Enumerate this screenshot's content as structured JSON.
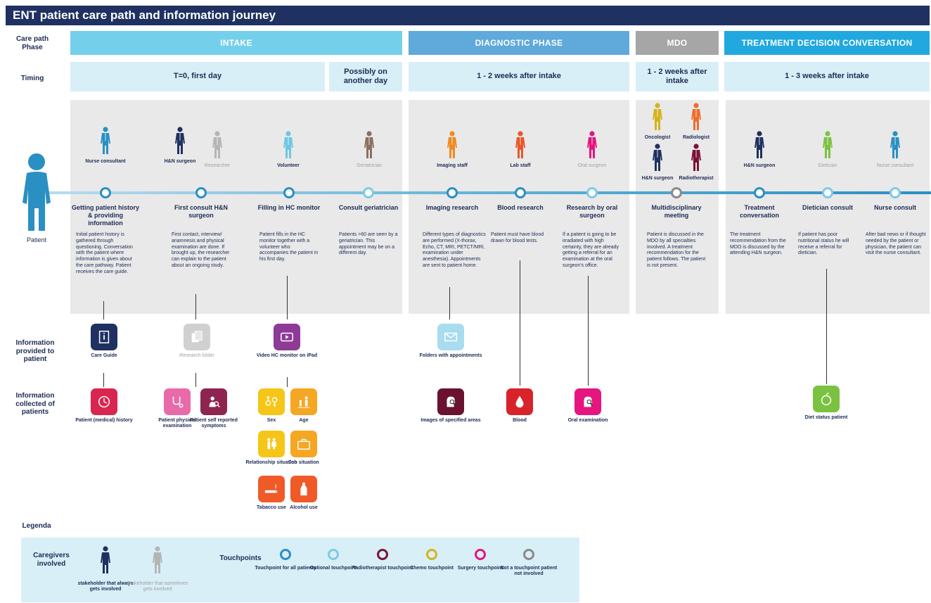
{
  "title": "ENT patient care path and information journey",
  "row_labels": {
    "phase": "Care path Phase",
    "timing": "Timing",
    "patient": "Patient",
    "info_provided": "Information provided to patient",
    "info_collected": "Information collected of patients",
    "legenda": "Legenda"
  },
  "phases": [
    {
      "label": "INTAKE",
      "color": "#74d0ea"
    },
    {
      "label": "DIAGNOSTIC PHASE",
      "color": "#5fa9db"
    },
    {
      "label": "MDO",
      "color": "#a6a6a6"
    },
    {
      "label": "TREATMENT DECISION CONVERSATION",
      "color": "#21a8df"
    }
  ],
  "timings": [
    "T=0, first day",
    "Possibly on another day",
    "1 - 2 weeks after intake",
    "1 - 2 weeks after intake",
    "1 - 3 weeks after intake"
  ],
  "stakeholders": [
    {
      "label": "Nurse consultant",
      "color": "#2a8fc3",
      "optional": false
    },
    {
      "label": "H&N surgeon",
      "color": "#1f3160",
      "optional": false
    },
    {
      "label": "Researcher",
      "color": "#b5b5b5",
      "optional": true
    },
    {
      "label": "Volunteer",
      "color": "#6cc7e4",
      "optional": false
    },
    {
      "label": "Geriatrician",
      "color": "#8a7060",
      "optional": true
    },
    {
      "label": "Imaging staff",
      "color": "#f28a1f",
      "optional": false
    },
    {
      "label": "Lab staff",
      "color": "#e8562a",
      "optional": false
    },
    {
      "label": "Oral surgeon",
      "color": "#e6157f",
      "optional": true
    },
    {
      "label": "Oncologist",
      "color": "#d4b31e",
      "optional": false
    },
    {
      "label": "Radiologist",
      "color": "#ec6d2e",
      "optional": false
    },
    {
      "label": "H&N surgeon",
      "color": "#1f3160",
      "optional": false
    },
    {
      "label": "Radiotherapist",
      "color": "#7a1238",
      "optional": false
    },
    {
      "label": "H&N surgeon",
      "color": "#1f3160",
      "optional": false
    },
    {
      "label": "Dietician",
      "color": "#7cc242",
      "optional": true
    },
    {
      "label": "Nurse consultant",
      "color": "#2a8fc3",
      "optional": true
    }
  ],
  "touchpoints": [
    {
      "name": "Getting patient history & providing information",
      "desc": "Initial patient history is gathered through questioning. Conversation with the patient where information is given about the care pathway. Patient receives the care guide.",
      "ring": "#2a8fc3"
    },
    {
      "name": "First consult H&N surgeon",
      "desc": "First contact, interview/ anamnesis and physical examination are done. If brought up, the researcher can explain to the patient about an ongoing study.",
      "ring": "#2a8fc3"
    },
    {
      "name": "Filling in HC monitor",
      "desc": "Patient fills in the HC monitor together with a volunteer who accompanies the patient in his first day.",
      "ring": "#2a8fc3"
    },
    {
      "name": "Consult geriatrician",
      "desc": "Patients >60 are seen by a geriatrician. This appointment may be on a different day.",
      "ring": "#7fc9e6"
    },
    {
      "name": "Imaging research",
      "desc": "Different types of diagnostics are performed (X-thorax, Echo, CT, MRI, PETCT/MRI, examination under anesthesia). Appointments are sent to patient home.",
      "ring": "#2a8fc3"
    },
    {
      "name": "Blood research",
      "desc": "Patient must have blood drawn for blood tests.",
      "ring": "#2a8fc3"
    },
    {
      "name": "Research by oral surgeon",
      "desc": "If a patient is going to be irradiated with high certainty, they are already getting a referral for an examination at the oral surgeon's office.",
      "ring": "#7fc9e6"
    },
    {
      "name": "Multidisciplinary meeting",
      "desc": "Patient is discussed in the MDO by all specialties involved. A treatment recommendation for the patient follows. The patient is not present.",
      "ring": "#8a8a8a"
    },
    {
      "name": "Treatment conversation",
      "desc": "The treatment recommendation from the MDO is discussed by the attending H&N surgeon.",
      "ring": "#2a8fc3"
    },
    {
      "name": "Dietician consult",
      "desc": "If patient has poor nutritional status he will receive a referral for dietician.",
      "ring": "#7fc9e6"
    },
    {
      "name": "Nurse consult",
      "desc": "After bad news or if thought needed by the patient or physician, the patient can visit the nurse consultant.",
      "ring": "#7fc9e6"
    }
  ],
  "info_provided": [
    {
      "label": "Care Guide",
      "color": "#1f3160",
      "icon": "book-icon",
      "optional": false
    },
    {
      "label": "Research folder",
      "color": "#d0d0d0",
      "icon": "folder-icon",
      "optional": true
    },
    {
      "label": "Video HC monitor on iPad",
      "color": "#8e3a97",
      "icon": "video-icon",
      "optional": false
    },
    {
      "label": "Folders with appointments",
      "color": "#a8dcef",
      "icon": "mail-icon",
      "optional": false
    }
  ],
  "info_collected": [
    {
      "label": "Patient (medical) history",
      "color": "#d8264e",
      "icon": "clock-icon"
    },
    {
      "label": "Patient physical examination",
      "color": "#e86aa8",
      "icon": "stethoscope-icon"
    },
    {
      "label": "Patient self reported symptoms",
      "color": "#8e2450",
      "icon": "magnifier-person-icon"
    },
    {
      "label": "Sex",
      "color": "#f5c518",
      "icon": "gender-icon"
    },
    {
      "label": "Age",
      "color": "#f5a623",
      "icon": "age-icon"
    },
    {
      "label": "Relationship situation",
      "color": "#f5c518",
      "icon": "couple-icon"
    },
    {
      "label": "Job situation",
      "color": "#f5a623",
      "icon": "briefcase-icon"
    },
    {
      "label": "Tabacco use",
      "color": "#f05a28",
      "icon": "cigarette-icon"
    },
    {
      "label": "Alcohol use",
      "color": "#f05a28",
      "icon": "bottle-icon"
    },
    {
      "label": "Images of specified areas",
      "color": "#6b1230",
      "icon": "head-scan-icon"
    },
    {
      "label": "Blood",
      "color": "#d8232a",
      "icon": "blood-drop-icon"
    },
    {
      "label": "Oral examination",
      "color": "#e6157f",
      "icon": "head-scan-icon"
    },
    {
      "label": "Diet status patient",
      "color": "#7cc242",
      "icon": "apple-icon"
    }
  ],
  "legend": {
    "caregivers_title": "Caregivers involved",
    "always_label": "stakeholder that always gets involved",
    "sometimes_label": "Stakeholder that sometimes gets involved",
    "touchpoints_title": "Touchpoints",
    "touchpoints": [
      {
        "label": "Touchpoint for all patients",
        "color": "#2a8fc3"
      },
      {
        "label": "Optional touchpoint",
        "color": "#7fc9e6"
      },
      {
        "label": "Radiotherapist touchpoint",
        "color": "#7a1238"
      },
      {
        "label": "Chemo touchpoint",
        "color": "#d4b31e"
      },
      {
        "label": "Surgery touchpoint",
        "color": "#e6157f"
      },
      {
        "label": "Not a touchpoint patient not involved",
        "color": "#8a8a8a"
      }
    ]
  }
}
